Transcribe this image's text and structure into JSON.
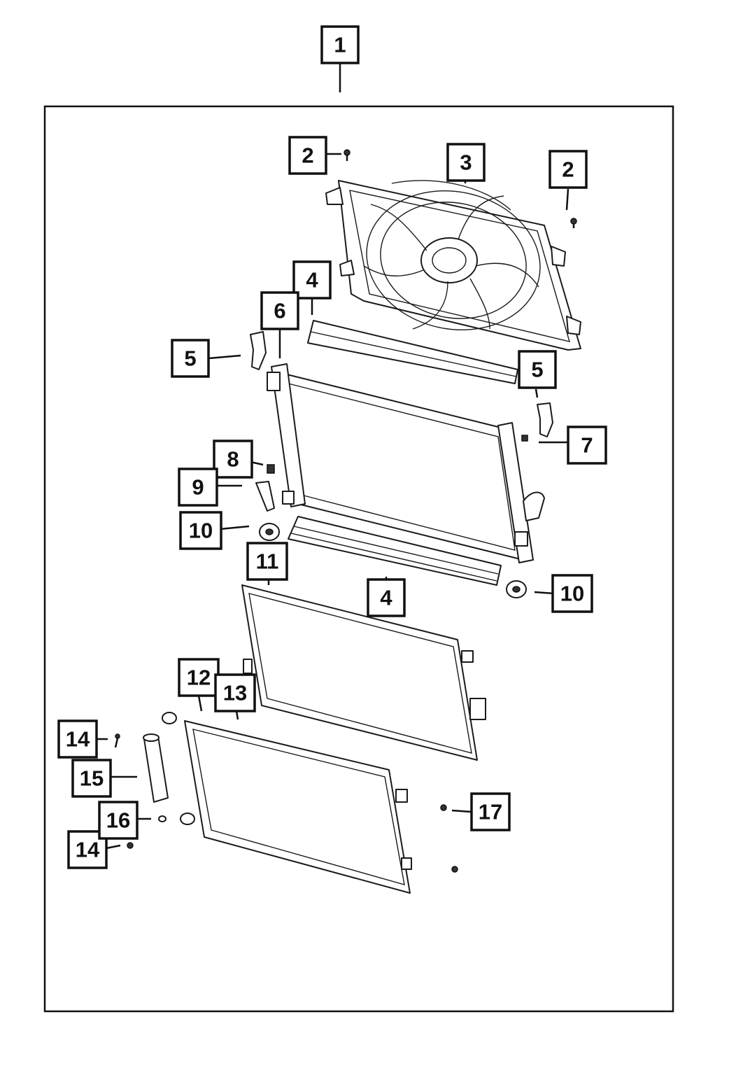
{
  "diagram": {
    "callouts": [
      {
        "id": "c1",
        "label": "1"
      },
      {
        "id": "c2a",
        "label": "2"
      },
      {
        "id": "c2b",
        "label": "2"
      },
      {
        "id": "c3",
        "label": "3"
      },
      {
        "id": "c4a",
        "label": "4"
      },
      {
        "id": "c4b",
        "label": "4"
      },
      {
        "id": "c5a",
        "label": "5"
      },
      {
        "id": "c5b",
        "label": "5"
      },
      {
        "id": "c6",
        "label": "6"
      },
      {
        "id": "c7",
        "label": "7"
      },
      {
        "id": "c8",
        "label": "8"
      },
      {
        "id": "c9",
        "label": "9"
      },
      {
        "id": "c10a",
        "label": "10"
      },
      {
        "id": "c10b",
        "label": "10"
      },
      {
        "id": "c11",
        "label": "11"
      },
      {
        "id": "c12",
        "label": "12"
      },
      {
        "id": "c13",
        "label": "13"
      },
      {
        "id": "c14a",
        "label": "14"
      },
      {
        "id": "c14b",
        "label": "14"
      },
      {
        "id": "c15",
        "label": "15"
      },
      {
        "id": "c16",
        "label": "16"
      },
      {
        "id": "c17",
        "label": "17"
      }
    ],
    "colors": {
      "ink": "#111111",
      "background": "#ffffff"
    }
  }
}
